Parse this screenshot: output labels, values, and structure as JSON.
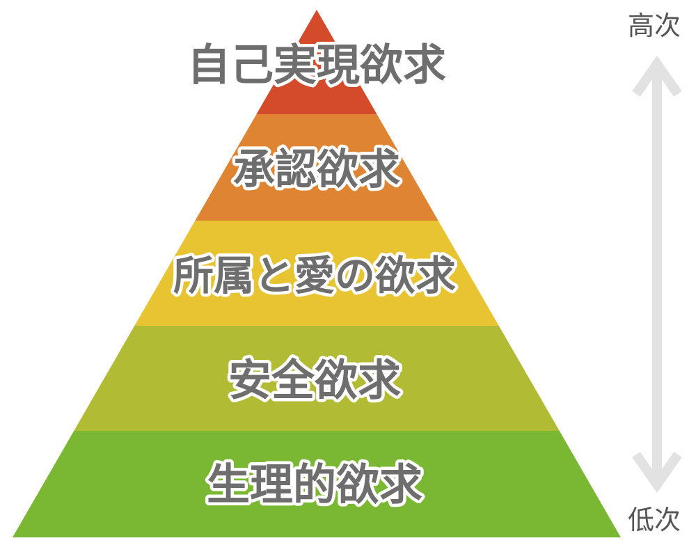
{
  "pyramid": {
    "levels": [
      {
        "label": "自己実現欲求",
        "color": "#d34b2b"
      },
      {
        "label": "承認欲求",
        "color": "#de8432"
      },
      {
        "label": "所属と愛の欲求",
        "color": "#e8c433"
      },
      {
        "label": "安全欲求",
        "color": "#b1bb33"
      },
      {
        "label": "生理的欲求",
        "color": "#7ab833"
      }
    ]
  },
  "axis": {
    "high_label": "高次",
    "low_label": "低次",
    "arrow_color": "#e2e2e2"
  }
}
